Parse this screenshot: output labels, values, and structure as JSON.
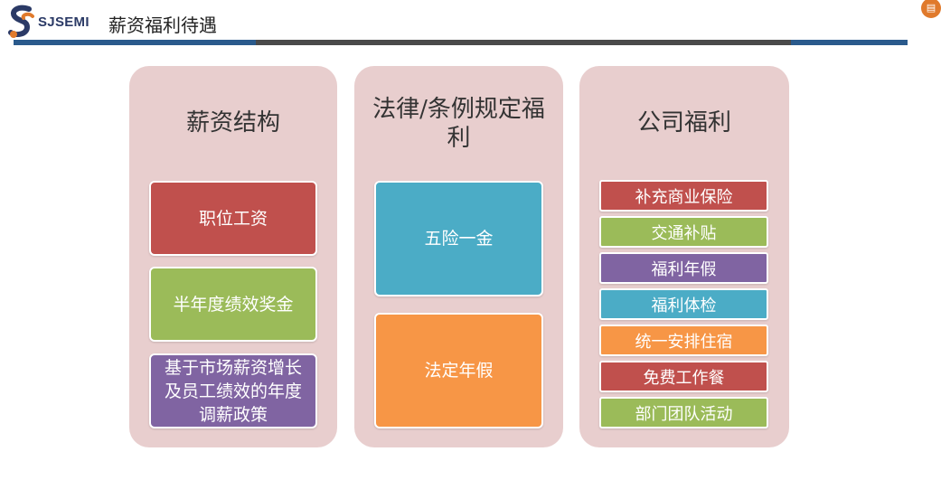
{
  "header": {
    "brand": "SJSEMI",
    "title": "薪资福利待遇",
    "corner_icon": "doc-icon"
  },
  "columns": [
    {
      "title": "薪资结构",
      "items": [
        {
          "label": "职位工资",
          "color": "#c0504d"
        },
        {
          "label": "半年度绩效奖金",
          "color": "#9bbb59"
        },
        {
          "label": "基于市场薪资增长及员工绩效的年度调薪政策",
          "color": "#8064a2"
        }
      ]
    },
    {
      "title": "法律/条例规定福利",
      "items": [
        {
          "label": "五险一金",
          "color": "#4bacc6"
        },
        {
          "label": "法定年假",
          "color": "#f79646"
        }
      ]
    },
    {
      "title": "公司福利",
      "items": [
        {
          "label": "补充商业保险",
          "color": "#c0504d"
        },
        {
          "label": "交通补贴",
          "color": "#9bbb59"
        },
        {
          "label": "福利年假",
          "color": "#8064a2"
        },
        {
          "label": "福利体检",
          "color": "#4bacc6"
        },
        {
          "label": "统一安排住宿",
          "color": "#f79646"
        },
        {
          "label": "免费工作餐",
          "color": "#c0504d"
        },
        {
          "label": "部门团队活动",
          "color": "#9bbb59"
        }
      ]
    }
  ]
}
